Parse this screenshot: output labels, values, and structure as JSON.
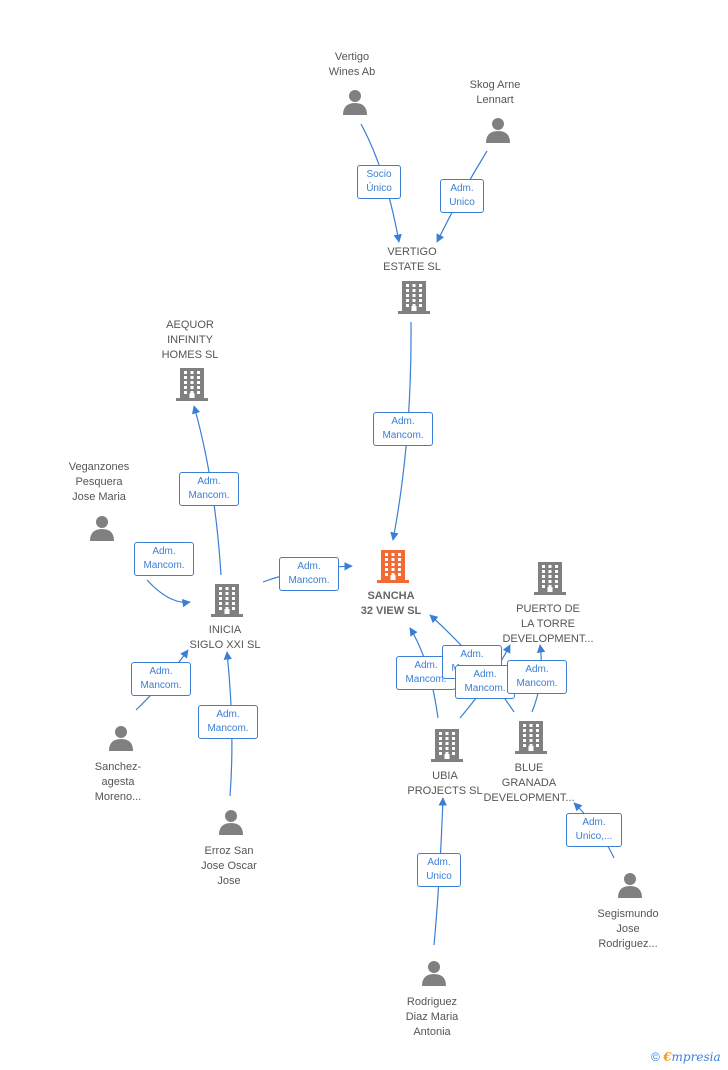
{
  "colors": {
    "edge": "#3a7fd5",
    "node_gray": "#808080",
    "node_main": "#f26a36",
    "text": "#555555"
  },
  "nodes": [
    {
      "id": "vertigo_wines",
      "type": "person",
      "label": "Vertigo\nWines Ab"
    },
    {
      "id": "skog",
      "type": "person",
      "label": "Skog Arne\nLennart"
    },
    {
      "id": "vertigo_estate",
      "type": "company",
      "label": "VERTIGO\nESTATE  SL"
    },
    {
      "id": "aequor",
      "type": "company",
      "label": "AEQUOR\nINFINITY\nHOMES  SL"
    },
    {
      "id": "veganzones",
      "type": "person",
      "label": "Veganzones\nPesquera\nJose Maria"
    },
    {
      "id": "sancha",
      "type": "company_main",
      "label": "SANCHA\n32 VIEW  SL"
    },
    {
      "id": "puerto",
      "type": "company",
      "label": "PUERTO DE\nLA TORRE\nDEVELOPMENT..."
    },
    {
      "id": "inicia",
      "type": "company",
      "label": "INICIA\nSIGLO XXI SL"
    },
    {
      "id": "sanchez",
      "type": "person",
      "label": "Sanchez-\nagesta\nMoreno..."
    },
    {
      "id": "erroz",
      "type": "person",
      "label": "Erroz San\nJose Oscar\nJose"
    },
    {
      "id": "ubia",
      "type": "company",
      "label": "UBIA\nPROJECTS  SL"
    },
    {
      "id": "blue",
      "type": "company",
      "label": "BLUE\nGRANADA\nDEVELOPMENT..."
    },
    {
      "id": "segismundo",
      "type": "person",
      "label": "Segismundo\nJose\nRodriguez..."
    },
    {
      "id": "rodriguez",
      "type": "person",
      "label": "Rodriguez\nDiaz Maria\nAntonia"
    }
  ],
  "edges": [
    {
      "from": "vertigo_wines",
      "to": "vertigo_estate",
      "label": "Socio\nÚnico"
    },
    {
      "from": "skog",
      "to": "vertigo_estate",
      "label": "Adm.\nUnico"
    },
    {
      "from": "vertigo_estate",
      "to": "sancha",
      "label": "Adm.\nMancom."
    },
    {
      "from": "inicia",
      "to": "aequor",
      "label": "Adm.\nMancom."
    },
    {
      "from": "veganzones",
      "to": "inicia",
      "label": "Adm.\nMancom."
    },
    {
      "from": "inicia",
      "to": "sancha",
      "label": "Adm.\nMancom."
    },
    {
      "from": "sanchez",
      "to": "inicia",
      "label": "Adm.\nMancom."
    },
    {
      "from": "erroz",
      "to": "inicia",
      "label": "Adm.\nMancom."
    },
    {
      "from": "ubia",
      "to": "sancha",
      "label": "Adm.\nMancom."
    },
    {
      "from": "blue",
      "to": "sancha",
      "label": "Adm.\nMancom."
    },
    {
      "from": "ubia",
      "to": "puerto",
      "label": "Adm.\nMancom."
    },
    {
      "from": "blue",
      "to": "puerto",
      "label": "Adm.\nMancom."
    },
    {
      "from": "segismundo",
      "to": "blue",
      "label": "Adm.\nUnico,..."
    },
    {
      "from": "rodriguez",
      "to": "ubia",
      "label": "Adm.\nUnico"
    }
  ],
  "footer": {
    "symbol": "©",
    "brand_first": "€",
    "brand_rest": "mpresia"
  }
}
